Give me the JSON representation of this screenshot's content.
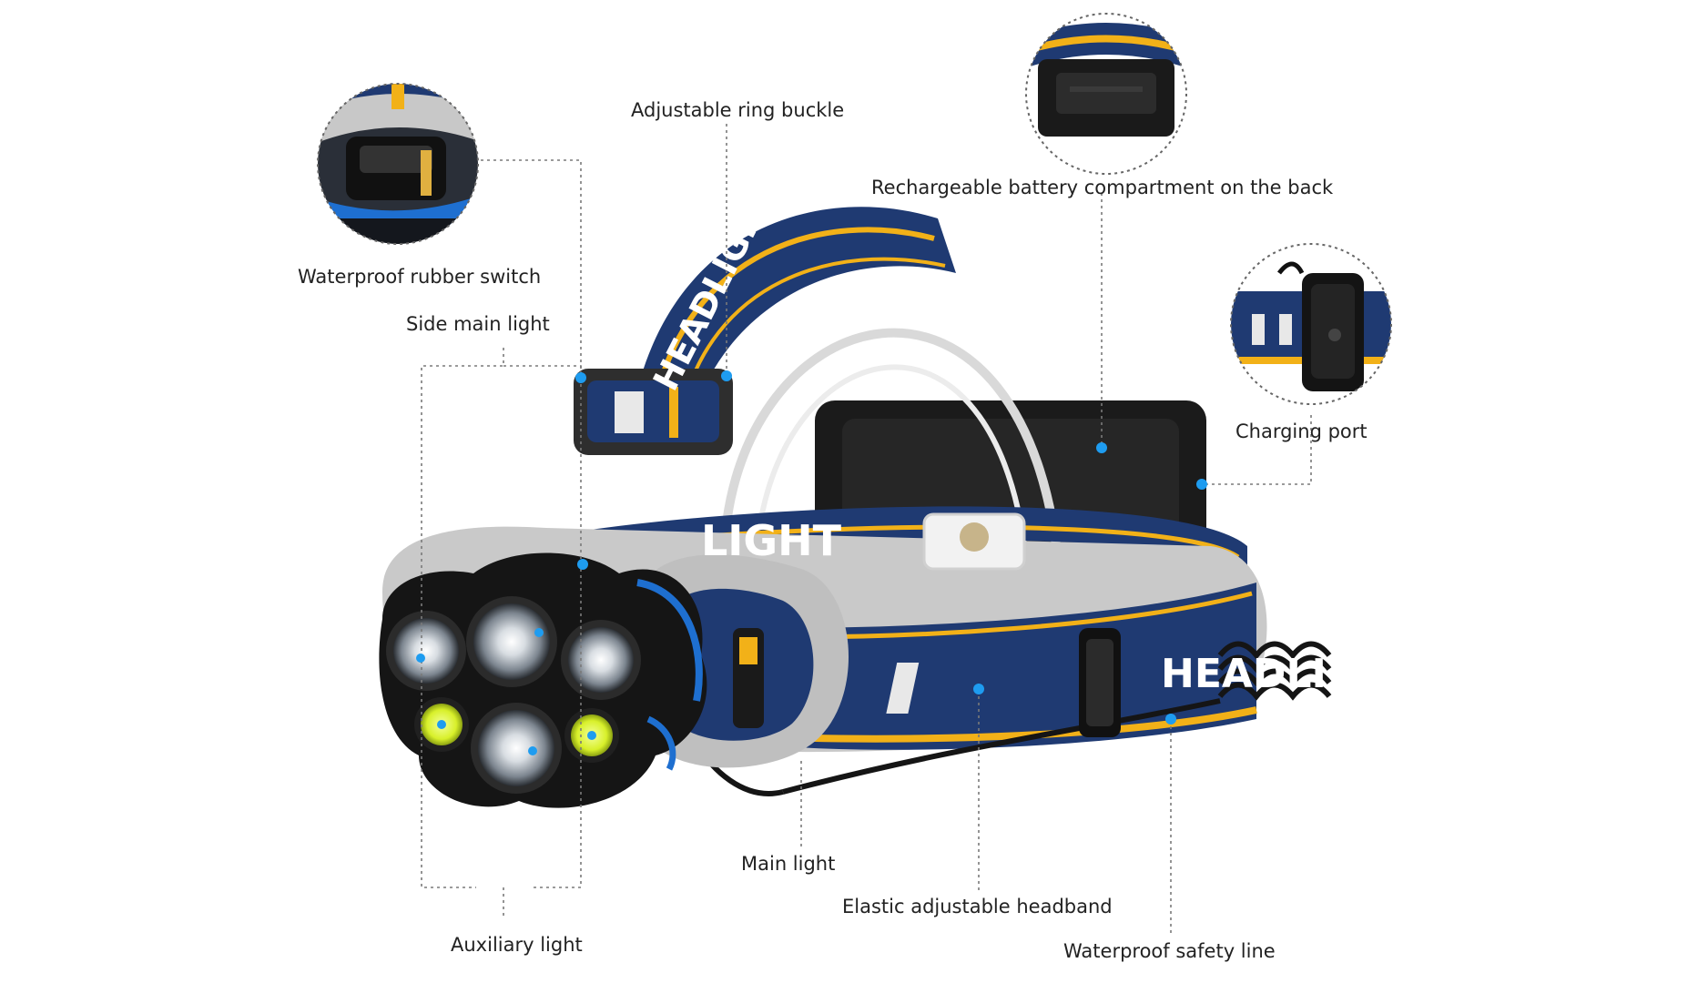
{
  "labels": {
    "adjustable_ring_buckle": "Adjustable ring buckle",
    "battery_compartment": "Rechargeable battery compartment on the back",
    "waterproof_rubber_switch": "Waterproof rubber switch",
    "side_main_light": "Side main light",
    "charging_port": "Charging port",
    "main_light": "Main light",
    "elastic_headband": "Elastic adjustable headband",
    "auxiliary_light": "Auxiliary light",
    "waterproof_safety_line": "Waterproof safety line"
  },
  "band_print": {
    "top_strap": "HEADLIGHT",
    "front_band": "LIGHT",
    "side_band": "HEADLI"
  },
  "colors": {
    "band_navy": "#1f3a72",
    "band_yellow": "#f2b118",
    "band_white_marks": "#e8e8e8",
    "housing_black": "#151515",
    "cob_green": "#d8f02a",
    "callout_dot": "#1e9cf0",
    "leader_line": "#7a7a7a"
  }
}
